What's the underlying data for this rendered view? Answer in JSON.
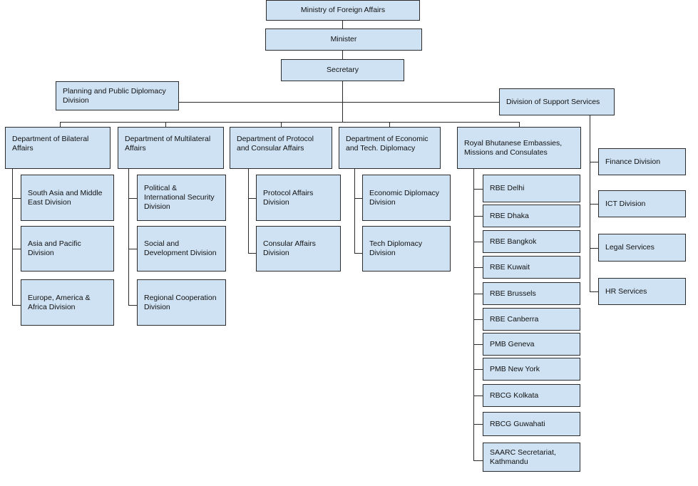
{
  "org": {
    "ministry": "Ministry of Foreign Affairs",
    "minister": "Minister",
    "secretary": "Secretary",
    "planning": "Planning and Public Diplomacy\nDivision",
    "support": "Division of Support Services",
    "support_units": [
      "Finance Division",
      "ICT Division",
      "Legal Services",
      "HR Services"
    ],
    "departments": [
      {
        "name": "Department of Bilateral\nAffairs",
        "divisions": [
          "South Asia and Middle\nEast Division",
          "Asia and Pacific\nDivision",
          "Europe, America &\nAfrica Division"
        ]
      },
      {
        "name": "Department of Multilateral\nAffairs",
        "divisions": [
          "Political &\nInternational Security\nDivision",
          "Social and\nDevelopment Division",
          "Regional Cooperation\nDivision"
        ]
      },
      {
        "name": "Department of Protocol\nand Consular Affairs",
        "divisions": [
          "Protocol Affairs\nDivision",
          "Consular Affairs\nDivision"
        ]
      },
      {
        "name": "Department of Economic\nand Tech. Diplomacy",
        "divisions": [
          "Economic Diplomacy\nDivision",
          "Tech Diplomacy\nDivision"
        ]
      },
      {
        "name": "Royal Bhutanese Embassies,\nMissions and Consulates",
        "divisions": [
          "RBE Delhi",
          "RBE Dhaka",
          "RBE Bangkok",
          "RBE Kuwait",
          "RBE Brussels",
          "RBE Canberra",
          "PMB Geneva",
          "PMB New York",
          "RBCG Kolkata",
          "RBCG Guwahati",
          "SAARC Secretariat,\nKathmandu"
        ]
      }
    ]
  }
}
